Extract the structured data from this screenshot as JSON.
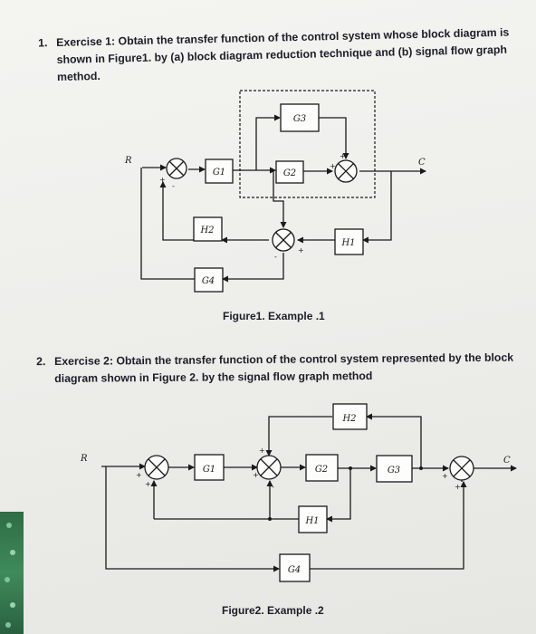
{
  "exercise1": {
    "number": "1.",
    "text": "Exercise 1: Obtain the transfer function of the control system whose block diagram is shown in Figure1. by (a) block diagram reduction technique and (b) signal flow graph method."
  },
  "figure1": {
    "caption": "Figure1. Example .1",
    "input_label": "R",
    "output_label": "C",
    "blocks": {
      "g1": "G1",
      "g2": "G2",
      "g3": "G3",
      "h1": "H1",
      "h2": "H2",
      "g4": "G4"
    },
    "signs": {
      "plus": "+",
      "minus": "-"
    }
  },
  "exercise2": {
    "number": "2.",
    "text": "Exercise 2: Obtain the transfer function of the control system represented by the block diagram shown in Figure 2. by the signal flow graph method"
  },
  "figure2": {
    "caption": "Figure2. Example .2",
    "input_label": "R",
    "output_label": "C",
    "blocks": {
      "g1": "G1",
      "g2": "G2",
      "g3": "G3",
      "h1": "H1",
      "h2": "H2",
      "g4": "G4"
    },
    "signs": {
      "plus": "+",
      "minus": "-"
    }
  },
  "colors": {
    "paper": "#f1f1ee",
    "ink": "#1a1a1a",
    "text": "#1d1d2a"
  }
}
